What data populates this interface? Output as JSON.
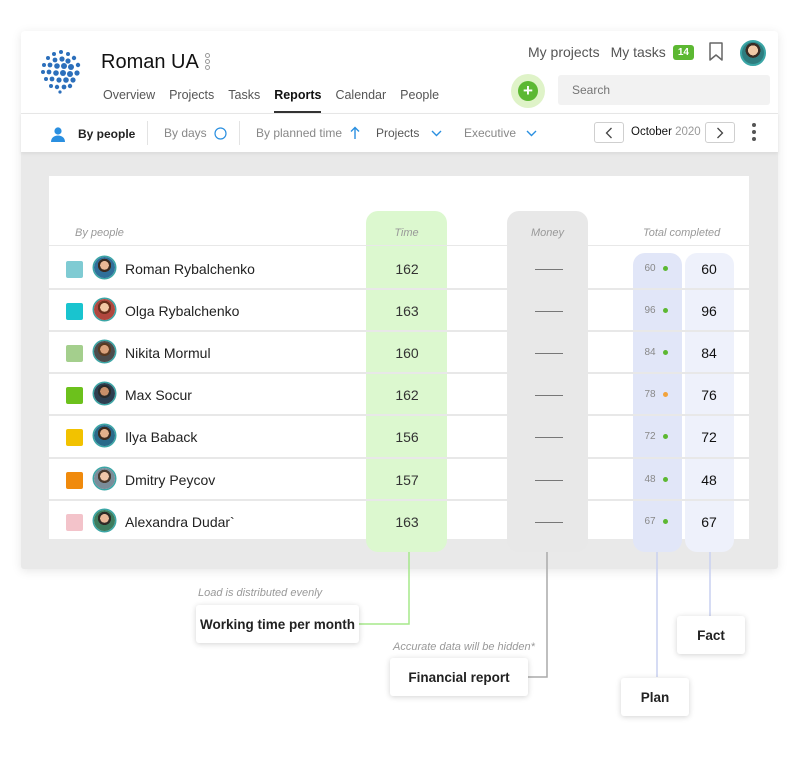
{
  "app": {
    "title": "Roman UA",
    "nav_tabs": [
      "Overview",
      "Projects",
      "Tasks",
      "Reports",
      "Calendar",
      "People"
    ],
    "active_tab": "Reports",
    "my_projects": "My projects",
    "my_tasks": "My tasks",
    "my_tasks_count": "14",
    "add_button": "+",
    "search_placeholder": "Search"
  },
  "toolbar": {
    "by_people": "By people",
    "by_days": "By days",
    "by_planned_time": "By planned time",
    "projects": "Projects",
    "executive": "Executive",
    "month": "October",
    "year": "2020"
  },
  "report": {
    "headers": {
      "by_people": "By people",
      "time": "Time",
      "money": "Money",
      "total_completed": "Total completed"
    },
    "rows": [
      {
        "color": "#7fcbd3",
        "name": "Roman Rybalchenko",
        "time": "162",
        "plan": "60",
        "dot": "#5cb832",
        "fact": "60"
      },
      {
        "color": "#19c4cf",
        "name": "Olga Rybalchenko",
        "time": "163",
        "plan": "96",
        "dot": "#5cb832",
        "fact": "96"
      },
      {
        "color": "#a4cf8d",
        "name": "Nikita Mormul",
        "time": "160",
        "plan": "84",
        "dot": "#5cb832",
        "fact": "84"
      },
      {
        "color": "#6cc11c",
        "name": "Max Socur",
        "time": "162",
        "plan": "78",
        "dot": "#f2a33c",
        "fact": "76"
      },
      {
        "color": "#f2c200",
        "name": "Ilya Baback",
        "time": "156",
        "plan": "72",
        "dot": "#5cb832",
        "fact": "72"
      },
      {
        "color": "#f08a0c",
        "name": "Dmitry Peycov",
        "time": "157",
        "plan": "48",
        "dot": "#5cb832",
        "fact": "48"
      },
      {
        "color": "#f3c3ca",
        "name": "Alexandra Dudar`",
        "time": "163",
        "plan": "67",
        "dot": "#5cb832",
        "fact": "67"
      }
    ]
  },
  "annotations": {
    "load_note": "Load is distributed evenly",
    "working_time": "Working time per month",
    "accuracy_note": "Accurate data will be hidden*",
    "financial_report": "Financial report",
    "plan": "Plan",
    "fact": "Fact"
  },
  "colors": {
    "accent_green": "#5cb832",
    "time_column": "#dcf8cf",
    "money_column": "#e8e8e8",
    "plan_column": "#e1e6f8",
    "fact_column": "#eef1fb",
    "blue": "#2a8fe0"
  }
}
